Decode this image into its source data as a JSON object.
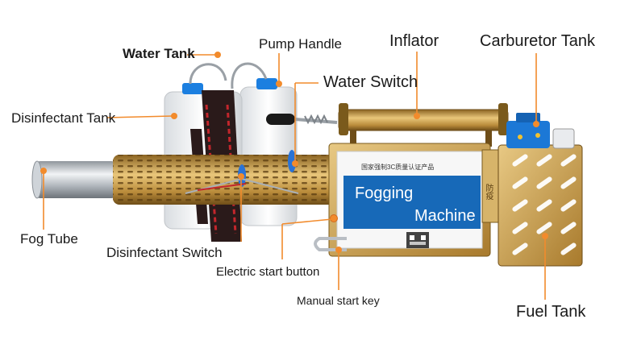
{
  "labels": {
    "water_tank": "Water Tank",
    "pump_handle": "Pump Handle",
    "inflator": "Inflator",
    "carburetor_tank": "Carburetor Tank",
    "water_switch": "Water Switch",
    "disinfectant_tank": "Disinfectant Tank",
    "fog_tube": "Fog Tube",
    "disinfectant_switch": "Disinfectant Switch",
    "electric_start_button": "Electric start button",
    "manual_start_key": "Manual start key",
    "fuel_tank": "Fuel Tank"
  },
  "panel": {
    "line1": "Fogging",
    "line2": "Machine",
    "cn_header": "国家强制3C质量认证产品",
    "cn_side": "防疫"
  },
  "colors": {
    "leader_line": "#f28b2c",
    "leader_dot": "#f28b2c",
    "brass": "#c79a45",
    "panel_blue": "#1769b8",
    "steel": "#b9bec4"
  }
}
